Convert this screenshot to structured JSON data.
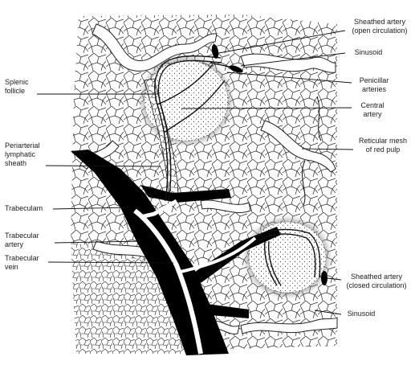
{
  "labels": {
    "sheathed_artery_open": "Sheathed artery\n(open circulation)",
    "sinusoid_top": "Sinusoid",
    "penicillar_arteries": "Penicillar\narteries",
    "central_artery": "Central\nartery",
    "reticular_mesh": "Reticular mesh\nof red pulp",
    "sheathed_artery_closed": "Sheathed artery\n(closed circulation)",
    "sinusoid_bottom": "Sinusoid",
    "splenic_follicle": "Splenic\nfollicle",
    "pals": "Periarterial\nlymphatic\nsheath",
    "trabeculum": "Trabeculam",
    "trabecular_artery": "Trabecular\nartery",
    "trabecular_vein": "Trabecular\nvein"
  }
}
